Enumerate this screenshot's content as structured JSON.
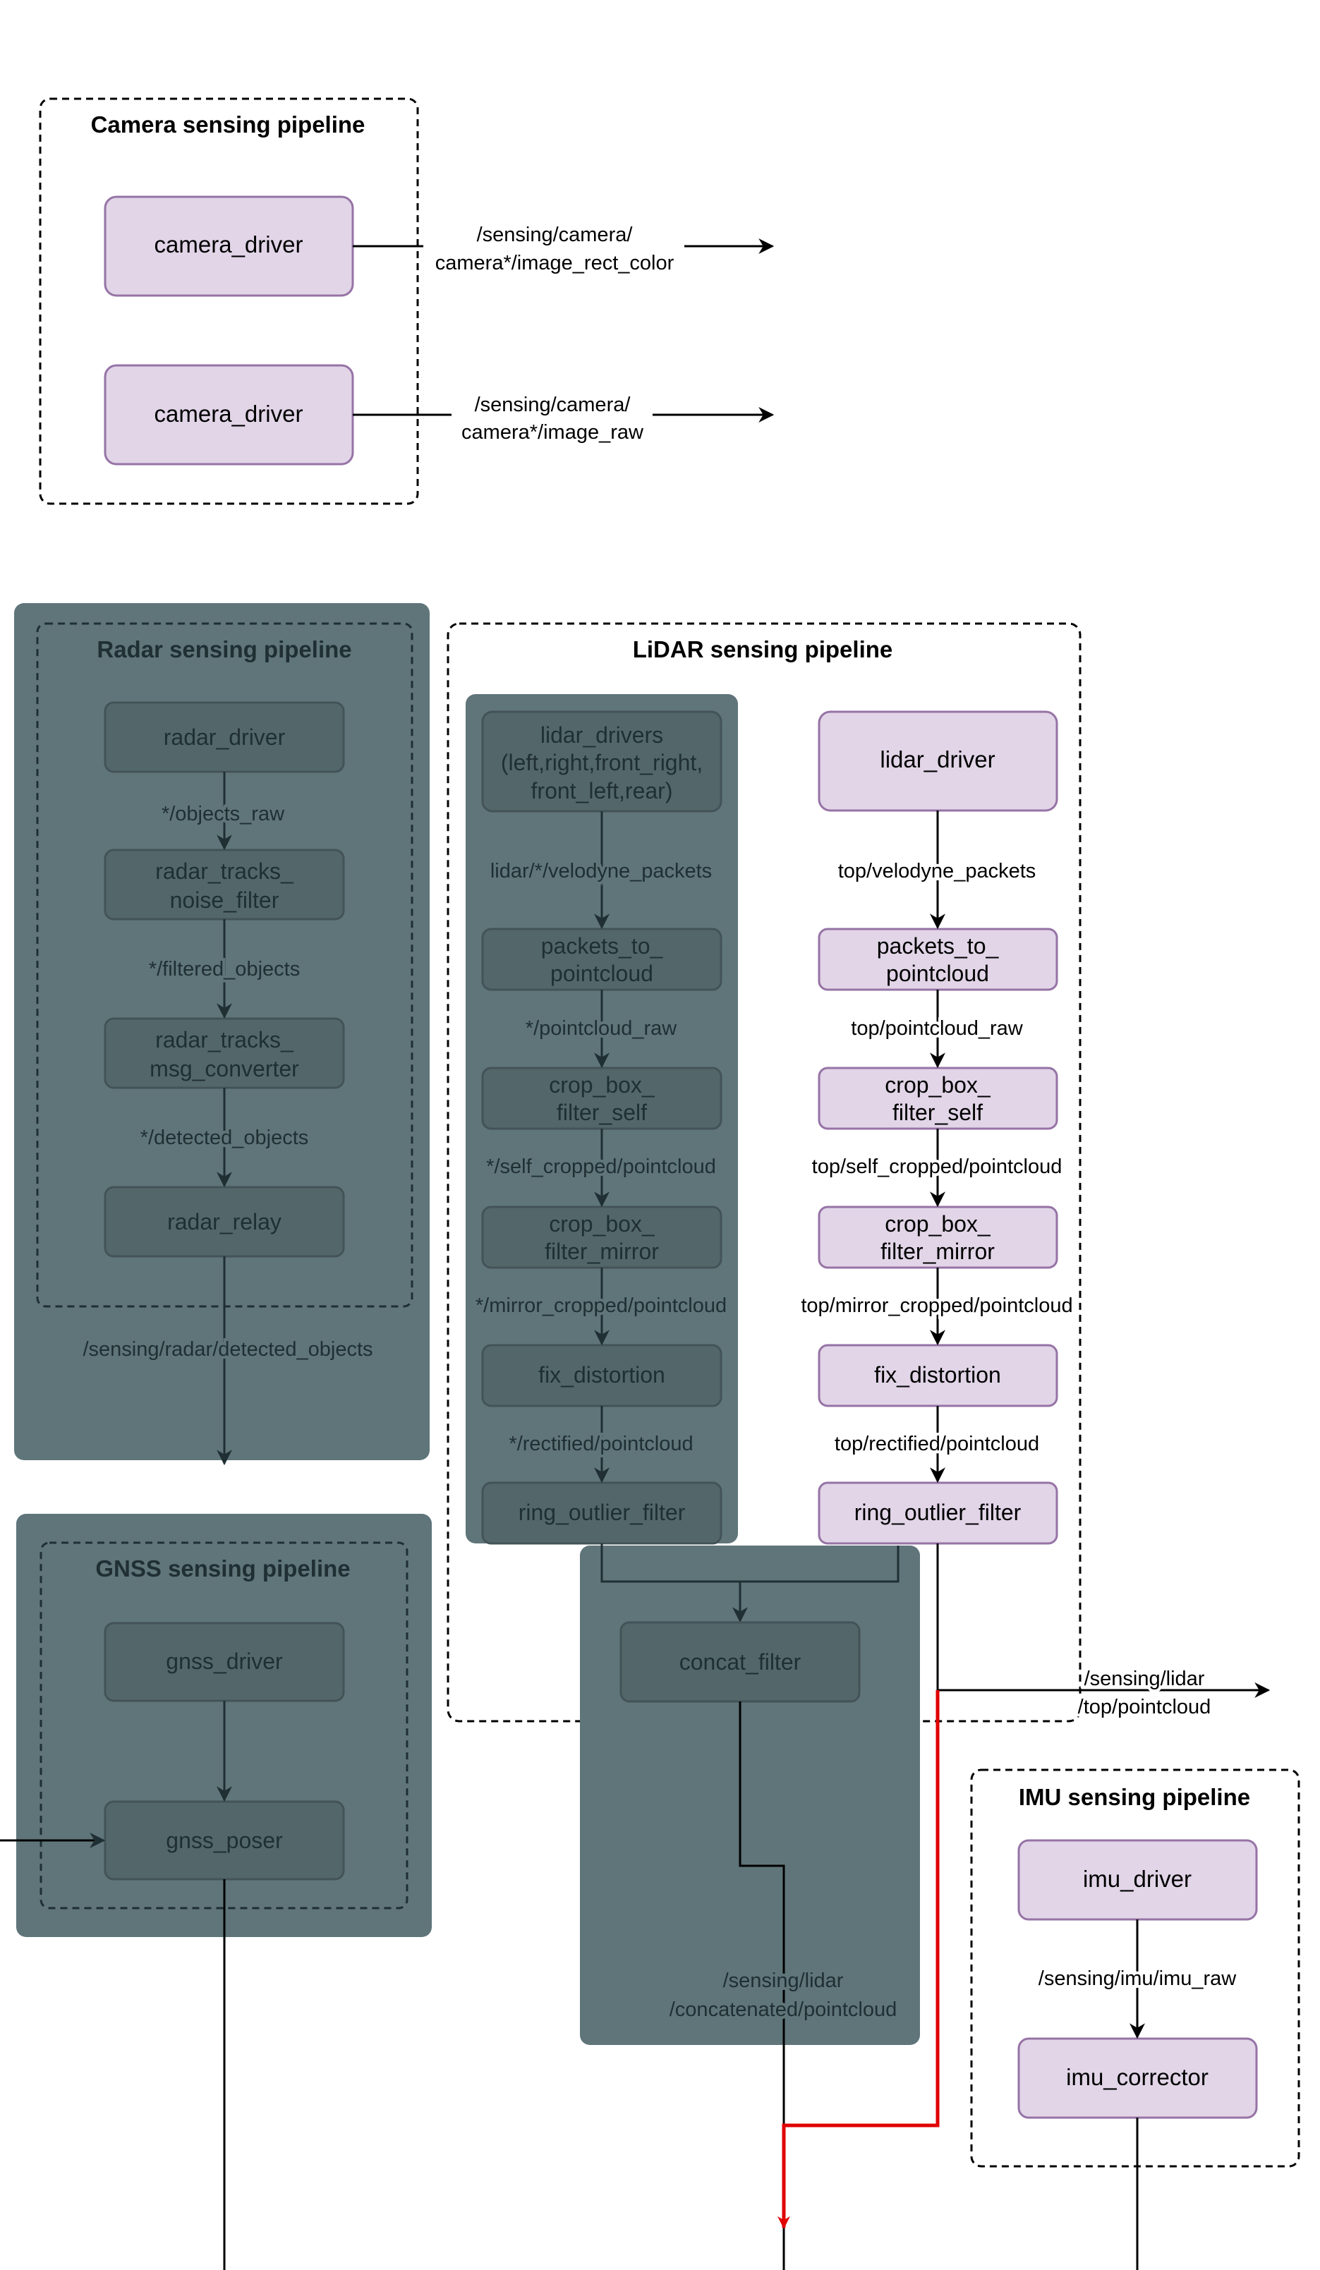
{
  "colors": {
    "node_fill": "#e1d5e7",
    "node_stroke": "#9673a6",
    "dark_panel": "#5f757a",
    "dark_node_fill": "#53676b",
    "dark_node_stroke": "#435357",
    "dark_text": "#1f2f33",
    "line": "#000000",
    "highlight_line": "#e00000"
  },
  "camera": {
    "title": "Camera sensing pipeline",
    "driver1": "camera_driver",
    "driver2": "camera_driver",
    "topic1_line1": "/sensing/camera/",
    "topic1_line2": "camera*/image_rect_color",
    "topic2_line1": "/sensing/camera/",
    "topic2_line2": "camera*/image_raw"
  },
  "radar": {
    "title": "Radar sensing pipeline",
    "nodes": {
      "driver": "radar_driver",
      "noise_filter_line1": "radar_tracks_",
      "noise_filter_line2": "noise_filter",
      "converter_line1": "radar_tracks_",
      "converter_line2": "msg_converter",
      "relay": "radar_relay"
    },
    "topics": {
      "objects_raw": "*/objects_raw",
      "filtered_objects": "*/filtered_objects",
      "detected_objects": "*/detected_objects",
      "output": "/sensing/radar/detected_objects"
    }
  },
  "lidar": {
    "title": "LiDAR sensing pipeline",
    "multi": {
      "drivers_line1": "lidar_drivers",
      "drivers_line2": "(left,right,front_right,",
      "drivers_line3": "front_left,rear)",
      "packets_line1": "packets_to_",
      "packets_line2": "pointcloud",
      "crop_self_line1": "crop_box_",
      "crop_self_line2": "filter_self",
      "crop_mirror_line1": "crop_box_",
      "crop_mirror_line2": "filter_mirror",
      "fix": "fix_distortion",
      "ring": "ring_outlier_filter",
      "topic_packets": "lidar/*/velodyne_packets",
      "topic_raw": "*/pointcloud_raw",
      "topic_self": "*/self_cropped/pointcloud",
      "topic_mirror": "*/mirror_cropped/pointcloud",
      "topic_rectified": "*/rectified/pointcloud"
    },
    "top": {
      "driver": "lidar_driver",
      "packets_line1": "packets_to_",
      "packets_line2": "pointcloud",
      "crop_self_line1": "crop_box_",
      "crop_self_line2": "filter_self",
      "crop_mirror_line1": "crop_box_",
      "crop_mirror_line2": "filter_mirror",
      "fix": "fix_distortion",
      "ring": "ring_outlier_filter",
      "topic_packets": "top/velodyne_packets",
      "topic_raw": "top/pointcloud_raw",
      "topic_self": "top/self_cropped/pointcloud",
      "topic_mirror": "top/mirror_cropped/pointcloud",
      "topic_rectified": "top/rectified/pointcloud",
      "output_line1": "/sensing/lidar",
      "output_line2": "/top/pointcloud"
    },
    "concat": {
      "node": "concat_filter",
      "output_line1": "/sensing/lidar",
      "output_line2": "/concatenated/pointcloud"
    }
  },
  "gnss": {
    "title": "GNSS sensing pipeline",
    "driver": "gnss_driver",
    "poser": "gnss_poser"
  },
  "imu": {
    "title": "IMU sensing pipeline",
    "driver": "imu_driver",
    "corrector": "imu_corrector",
    "topic": "/sensing/imu/imu_raw"
  }
}
